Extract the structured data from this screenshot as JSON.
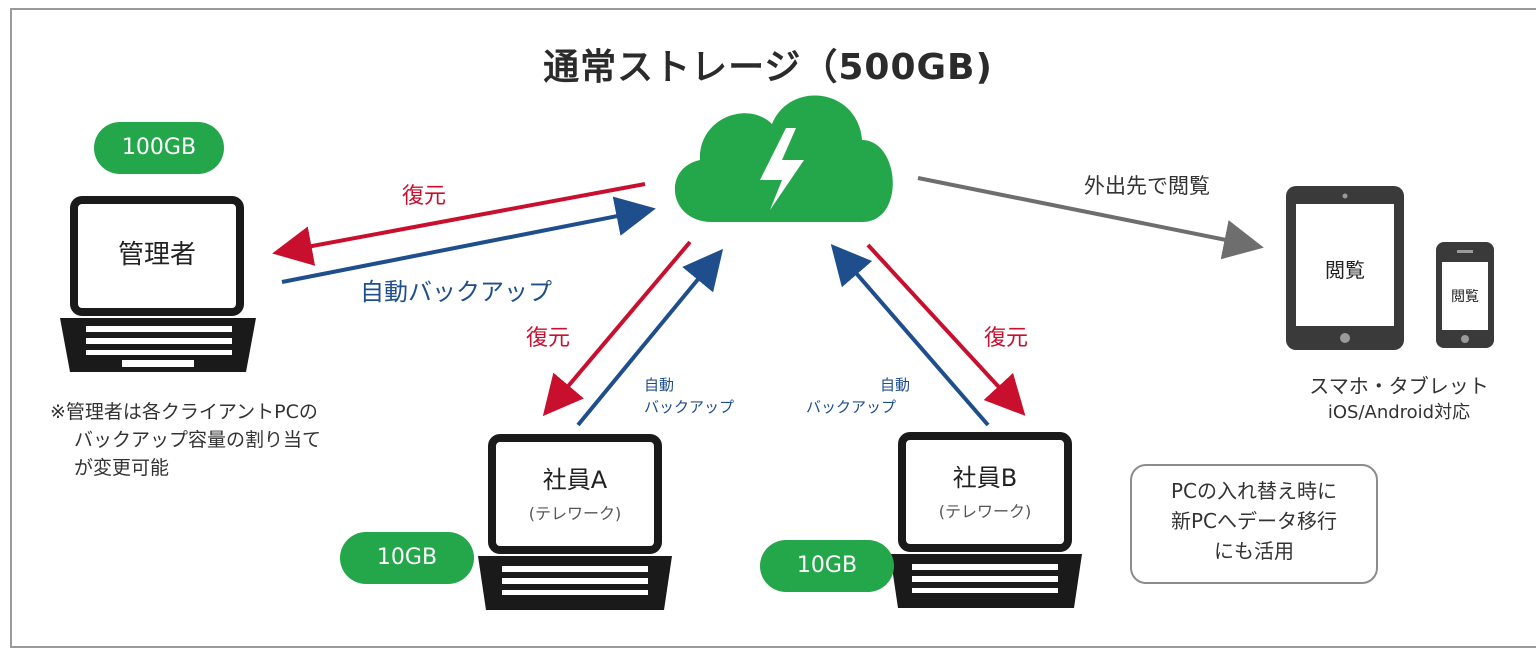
{
  "title": "通常ストレージ（500GB)",
  "storage_badges": {
    "admin": "100GB",
    "employee_a": "10GB",
    "employee_b": "10GB"
  },
  "devices": {
    "admin": "管理者",
    "employee_a": {
      "name": "社員A",
      "sub": "(テレワーク)"
    },
    "employee_b": {
      "name": "社員B",
      "sub": "(テレワーク)"
    },
    "tablet": "閲覧",
    "phone": "閲覧"
  },
  "arrows": {
    "restore_admin": "復元",
    "backup_admin": "自動バックアップ",
    "restore_a": "復元",
    "backup_a_line1": "自動",
    "backup_a_line2": "バックアップ",
    "restore_b": "復元",
    "backup_b_line1": "自動",
    "backup_b_line2": "バックアップ",
    "view_outside": "外出先で閲覧"
  },
  "notes": {
    "admin_note_line1": "※管理者は各クライアントPCの",
    "admin_note_line2": "バックアップ容量の割り当て",
    "admin_note_line3": "が変更可能",
    "mobile_line1": "スマホ・タブレット",
    "mobile_line2": "iOS/Android対応",
    "migration_line1": "PCの入れ替え時に",
    "migration_line2": "新PCへデータ移行",
    "migration_line3": "にも活用"
  },
  "colors": {
    "green": "#24a64a",
    "restore_red": "#c8102e",
    "backup_blue": "#1f4e8c",
    "view_gray": "#6e6e6e"
  }
}
